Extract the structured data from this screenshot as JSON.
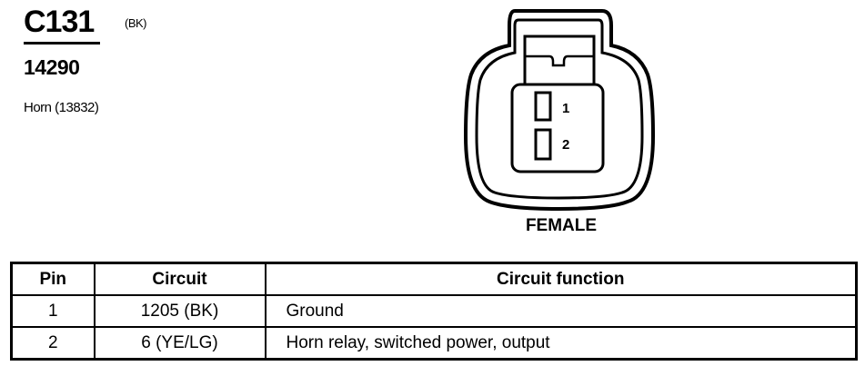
{
  "connector": {
    "id": "C131",
    "color_code": "(BK)",
    "part_number": "14290",
    "description": "Horn (13832)",
    "gender": "FEMALE",
    "pin_labels": [
      "1",
      "2"
    ]
  },
  "table": {
    "headers": {
      "pin": "Pin",
      "circuit": "Circuit",
      "function": "Circuit function"
    },
    "rows": [
      {
        "pin": "1",
        "circuit": "1205 (BK)",
        "function": "Ground"
      },
      {
        "pin": "2",
        "circuit": "6 (YE/LG)",
        "function": "Horn relay, switched power, output"
      }
    ]
  }
}
